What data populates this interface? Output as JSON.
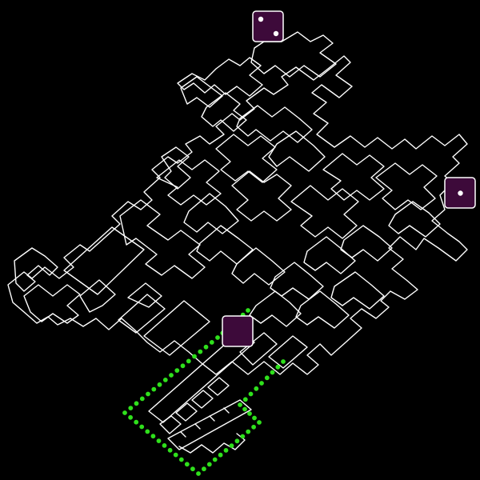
{
  "theme": {
    "background": "#000000",
    "wall_color": "#ffffff",
    "die_color": "#3d0a3a",
    "path_color": "#2fe01c"
  },
  "dice": [
    {
      "name": "die-top",
      "pips": 2
    },
    {
      "name": "die-right",
      "pips": 1
    },
    {
      "name": "die-center",
      "pips": 0
    }
  ]
}
